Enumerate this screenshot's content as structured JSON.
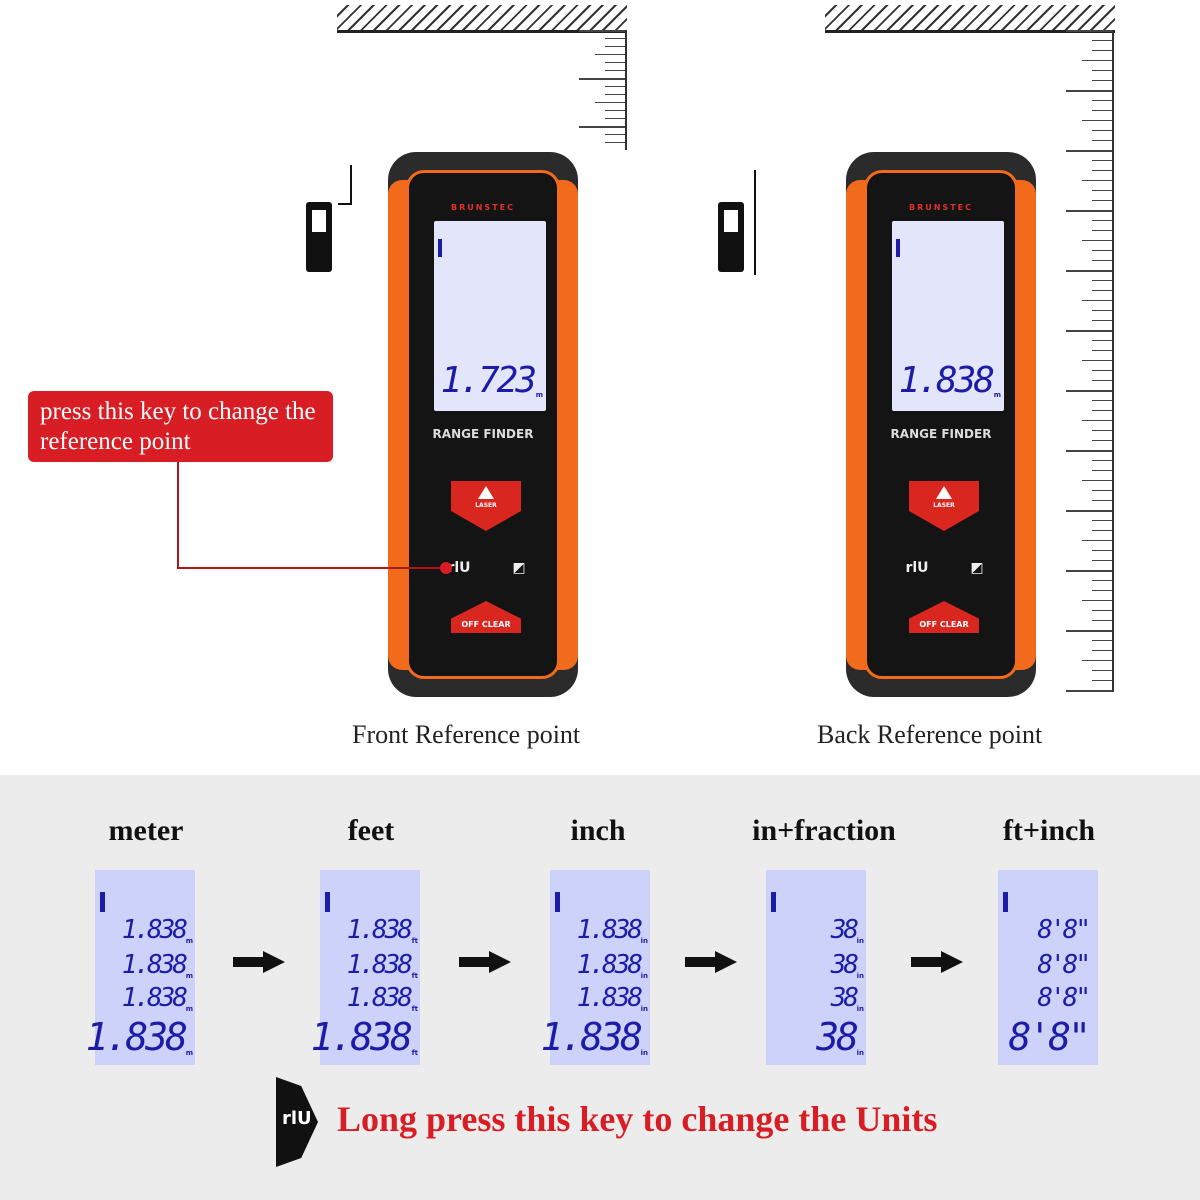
{
  "devices": [
    {
      "brand": "BRUNSTEC",
      "reading": "1.723",
      "unit": "m",
      "label": "RANGE FINDER",
      "key_top": "LASER",
      "key_left": "rlU",
      "key_bottom": "OFF CLEAR",
      "caption": "Front Reference point"
    },
    {
      "brand": "BRUNSTEC",
      "reading": "1.838",
      "unit": "m",
      "label": "RANGE FINDER",
      "key_top": "LASER",
      "key_left": "rlU",
      "key_bottom": "OFF CLEAR",
      "caption": "Back Reference point"
    }
  ],
  "callout": {
    "text": "press this key to change the reference point",
    "color": "#d81e24"
  },
  "units": [
    {
      "name": "meter",
      "rows": [
        "1.838",
        "1.838",
        "1.838",
        "1.838"
      ],
      "unit": "m"
    },
    {
      "name": "feet",
      "rows": [
        "1.838",
        "1.838",
        "1.838",
        "1.838"
      ],
      "unit": "ft"
    },
    {
      "name": "inch",
      "rows": [
        "1.838",
        "1.838",
        "1.838",
        "1.838"
      ],
      "unit": "in"
    },
    {
      "name": "in+fraction",
      "rows": [
        "38",
        "38",
        "38",
        "38"
      ],
      "unit": "in"
    },
    {
      "name": "ft+inch",
      "rows": [
        "8'8\"",
        "8'8\"",
        "8'8\"",
        "8'8\""
      ],
      "unit": ""
    }
  ],
  "footer": {
    "key_icon": "rlU",
    "text": "Long press this key to change the Units",
    "color": "#d81e24"
  },
  "colors": {
    "body": "#f26a1b",
    "lcd": "#e3e6fb",
    "digits": "#1c1ca8"
  }
}
